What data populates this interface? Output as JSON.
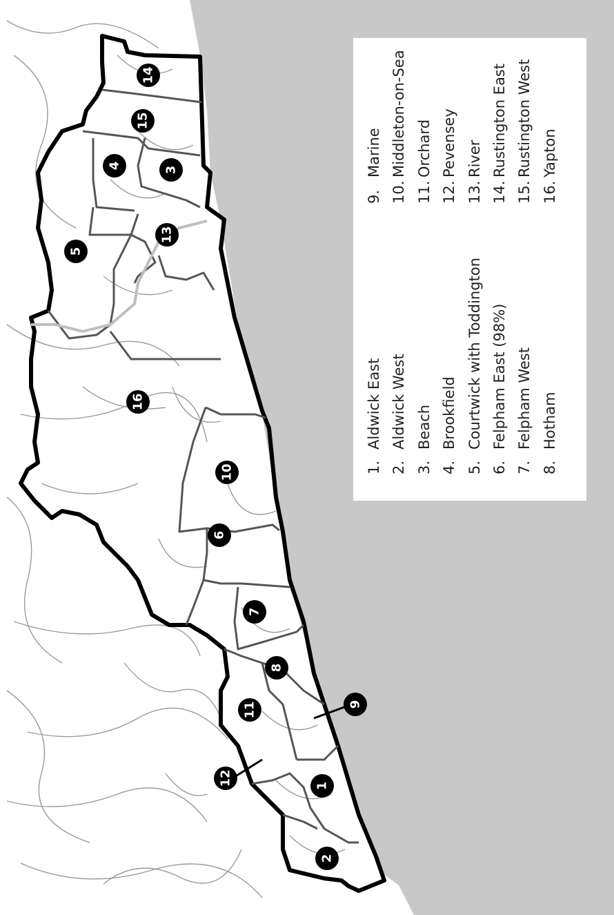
{
  "colors": {
    "sea": "#c8c8c8",
    "land": "#ffffff",
    "boundary": "#000000",
    "ward_border": "#555555",
    "roads": "#9a9a9a",
    "marker": "#000000",
    "marker_text": "#ffffff"
  },
  "legend": {
    "col1": [
      {
        "num": "1.",
        "name": "Aldwick East"
      },
      {
        "num": "2.",
        "name": "Aldwick West"
      },
      {
        "num": "3.",
        "name": "Beach"
      },
      {
        "num": "4.",
        "name": "Brookfield"
      },
      {
        "num": "5.",
        "name": "Courtwick with Toddington"
      },
      {
        "num": "6.",
        "name": "Felpham East (98%)"
      },
      {
        "num": "7.",
        "name": "Felpham West"
      },
      {
        "num": "8.",
        "name": "Hotham"
      }
    ],
    "col2": [
      {
        "num": "9.",
        "name": "Marine"
      },
      {
        "num": "10.",
        "name": "Middleton-on-Sea"
      },
      {
        "num": "11.",
        "name": "Orchard"
      },
      {
        "num": "12.",
        "name": "Pevensey"
      },
      {
        "num": "13.",
        "name": "River"
      },
      {
        "num": "14.",
        "name": "Rustington East"
      },
      {
        "num": "15.",
        "name": "Rustington West"
      },
      {
        "num": "16.",
        "name": "Yapton"
      }
    ]
  },
  "markers": [
    "1",
    "2",
    "3",
    "4",
    "5",
    "6",
    "7",
    "8",
    "9",
    "10",
    "11",
    "12",
    "13",
    "14",
    "15",
    "16"
  ]
}
